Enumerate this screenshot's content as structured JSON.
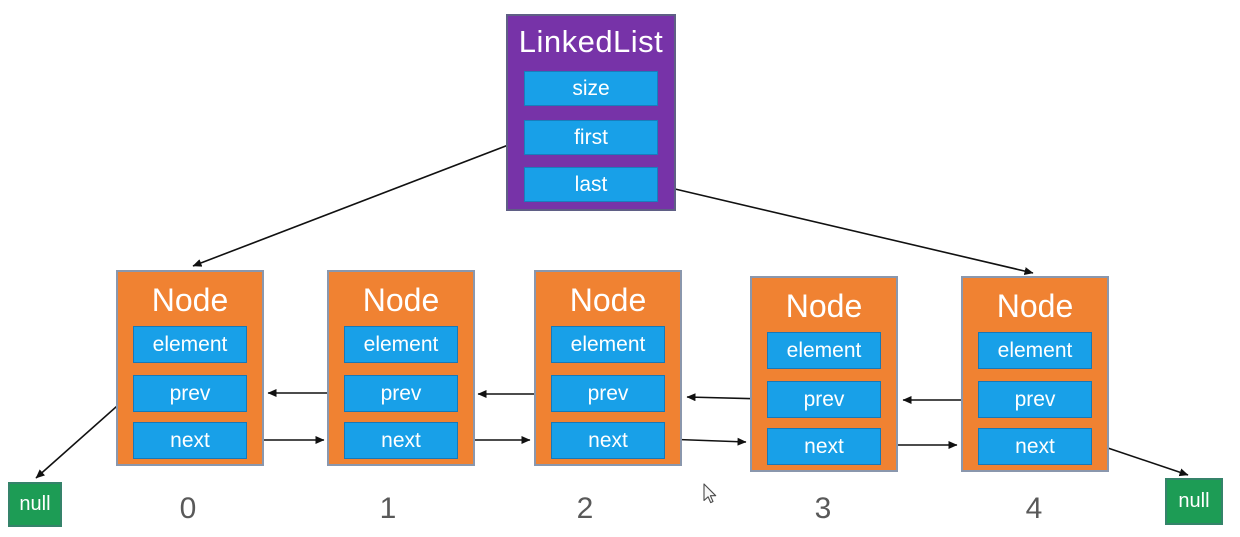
{
  "colors": {
    "linkedlist_bg": "#7733a8",
    "field_bg": "#18a0e8",
    "node_bg": "#f08232",
    "null_bg": "#1d9c55",
    "arrow": "#111111",
    "index_text": "#595959",
    "text": "#ffffff"
  },
  "linkedlist": {
    "title": "LinkedList",
    "fields": [
      "size",
      "first",
      "last"
    ]
  },
  "nodes": [
    {
      "title": "Node",
      "fields": [
        "element",
        "prev",
        "next"
      ],
      "index": "0"
    },
    {
      "title": "Node",
      "fields": [
        "element",
        "prev",
        "next"
      ],
      "index": "1"
    },
    {
      "title": "Node",
      "fields": [
        "element",
        "prev",
        "next"
      ],
      "index": "2"
    },
    {
      "title": "Node",
      "fields": [
        "element",
        "prev",
        "next"
      ],
      "index": "3"
    },
    {
      "title": "Node",
      "fields": [
        "element",
        "prev",
        "next"
      ],
      "index": "4"
    }
  ],
  "nulls": {
    "left": "null",
    "right": "null"
  },
  "icons": {
    "cursor": "mouse-pointer"
  },
  "connections": [
    {
      "from": "linkedlist.first",
      "to": "node-0"
    },
    {
      "from": "linkedlist.last",
      "to": "node-4"
    },
    {
      "from": "node-0.prev",
      "to": "null-left"
    },
    {
      "from": "node-1.prev",
      "to": "node-0"
    },
    {
      "from": "node-2.prev",
      "to": "node-1"
    },
    {
      "from": "node-3.prev",
      "to": "node-2"
    },
    {
      "from": "node-4.prev",
      "to": "node-3"
    },
    {
      "from": "node-0.next",
      "to": "node-1"
    },
    {
      "from": "node-1.next",
      "to": "node-2"
    },
    {
      "from": "node-2.next",
      "to": "node-3"
    },
    {
      "from": "node-3.next",
      "to": "node-4"
    },
    {
      "from": "node-4.next",
      "to": "null-right"
    }
  ]
}
